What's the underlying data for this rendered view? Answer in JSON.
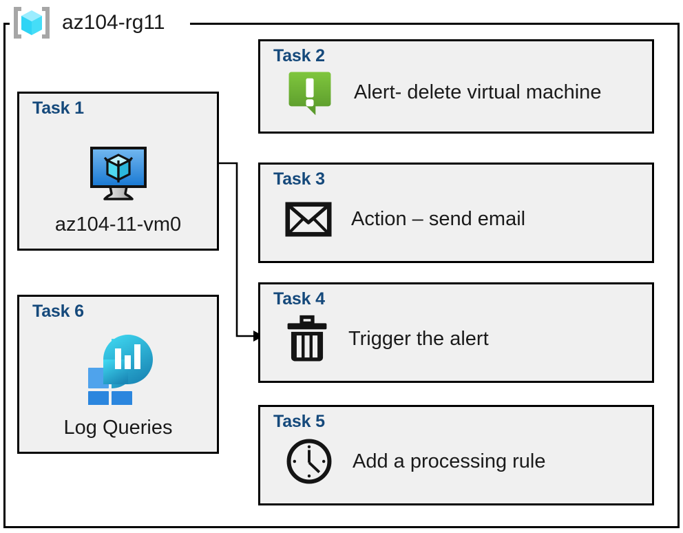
{
  "resource_group": {
    "name": "az104-rg11",
    "icon": "resource-group-cube-icon",
    "accent_cyan": "#50E6FF",
    "bracket_gray": "#A6A6A6"
  },
  "diagram": {
    "type": "diagram",
    "border_color": "#000000",
    "card_fill": "#F0F0F0",
    "title_color": "#15497B",
    "text_color": "#1A1A1A",
    "connectors": [
      {
        "from": "task1-vm-icon",
        "to": "card-task4",
        "style": "orthogonal-arrow",
        "arrowhead": "solid-triangle"
      }
    ]
  },
  "cards": {
    "task1": {
      "title": "Task 1",
      "label": "az104-11-vm0",
      "icon": "virtual-machine-monitor-icon",
      "icon_colors": {
        "screen_top": "#6FB4EE",
        "screen_bottom": "#1E7BD4",
        "stand": "#C8C8C8",
        "cube": "#8FE3F5"
      }
    },
    "task2": {
      "title": "Task 2",
      "label": "Alert- delete virtual machine",
      "icon": "alert-exclamation-bubble-icon",
      "icon_colors": {
        "fill_top": "#7CC13B",
        "fill_bottom": "#5A9A2C",
        "mark": "#FFFFFF"
      }
    },
    "task3": {
      "title": "Task 3",
      "label": "Action – send email",
      "icon": "envelope-icon",
      "icon_colors": {
        "stroke": "#141414",
        "fill": "#F0F0F0"
      }
    },
    "task4": {
      "title": "Task 4",
      "label": "Trigger the alert",
      "icon": "trash-can-icon",
      "icon_colors": {
        "stroke": "#141414",
        "slots": "#F0F0F0"
      }
    },
    "task5": {
      "title": "Task 5",
      "label": "Add a processing rule",
      "icon": "clock-icon",
      "icon_colors": {
        "stroke": "#141414"
      }
    },
    "task6": {
      "title": "Task 6",
      "label": "Log Queries",
      "icon": "log-queries-analytics-icon",
      "icon_colors": {
        "circle_top": "#37D2EE",
        "circle_bottom": "#1B8AB8",
        "square_light": "#4FA3EC",
        "square_dark": "#2B86DE",
        "bars": "#FFFFFF"
      }
    }
  }
}
